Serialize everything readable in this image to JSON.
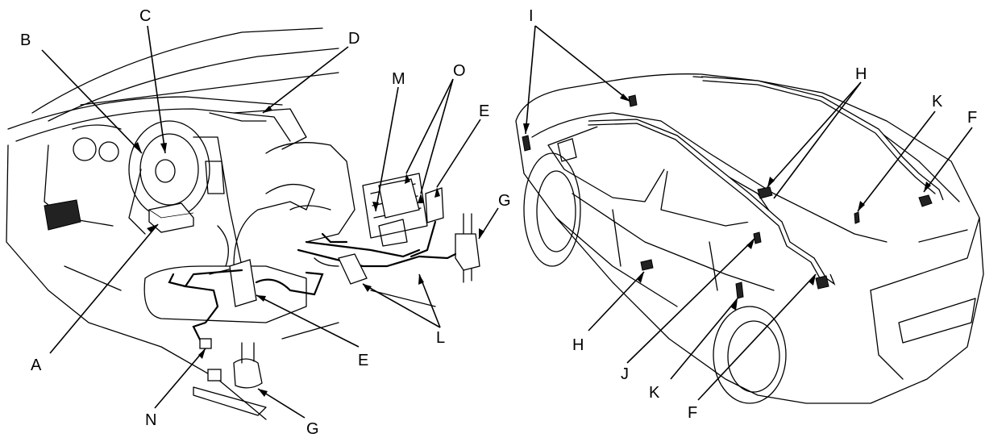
{
  "interior_labels": [
    "A",
    "B",
    "C",
    "D",
    "E",
    "E",
    "G",
    "G",
    "L",
    "M",
    "N",
    "O"
  ],
  "exterior_labels": [
    "F",
    "F",
    "H",
    "H",
    "I",
    "J",
    "K",
    "K"
  ]
}
